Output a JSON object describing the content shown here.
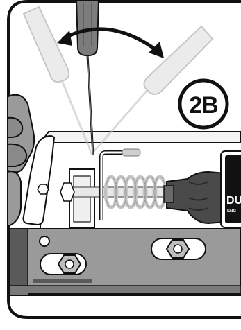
{
  "figure": {
    "step_label": "2B",
    "brand_label": "DU",
    "brand_sub": "ENG"
  },
  "colors": {
    "outline": "#111111",
    "panel": "#ffffff",
    "housing_gray": "#9a9a9a",
    "rail_gray": "#5a5a5a",
    "spring_ghost": "#d8d8d8",
    "screwdriver_ghost": "#cfcfcf",
    "screwdriver_solid": "#7c7c7c",
    "motor_dark": "#4a4a4a"
  },
  "icons": {
    "rotation": "curved-double-arrow-icon",
    "hand": "hand-icon",
    "nut": "hex-nut-icon",
    "screwdriver": "screwdriver-icon"
  }
}
